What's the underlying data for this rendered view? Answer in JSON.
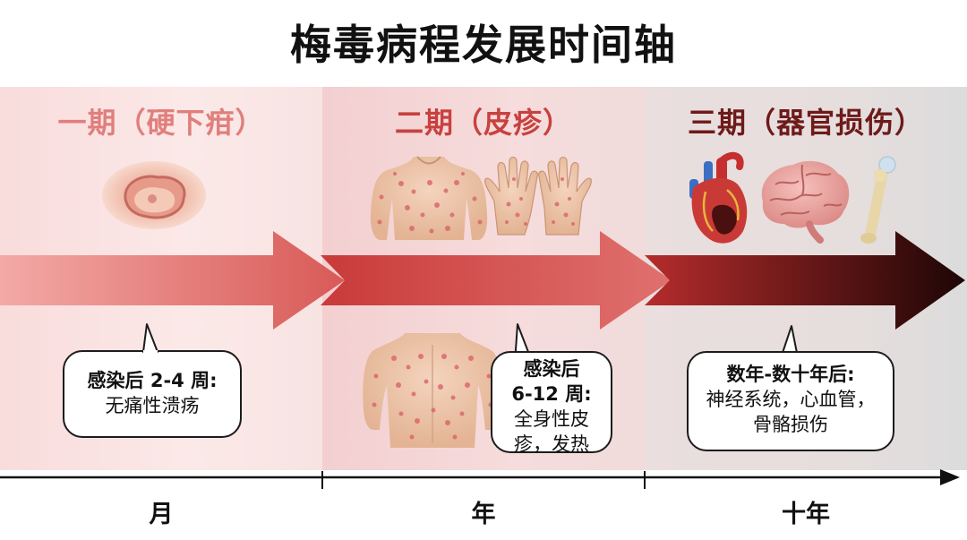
{
  "title": "梅毒病程发展时间轴",
  "stages": [
    {
      "heading": "一期（硬下疳）",
      "callout_time": "感染后 2-4 周:",
      "callout_desc": "无痛性溃疡",
      "scale": "月"
    },
    {
      "heading": "二期（皮疹）",
      "callout_time_line1": "感染后",
      "callout_time_line2": "6-12 周:",
      "callout_desc_line1": "全身性皮",
      "callout_desc_line2": "疹，发热",
      "scale": "年"
    },
    {
      "heading": "三期（器官损伤）",
      "callout_time": "数年-数十年后:",
      "callout_desc_line1": "神经系统，心血管，",
      "callout_desc_line2": "骨骼损伤",
      "scale": "十年"
    }
  ],
  "illustrations": [
    "ulcer-icon",
    "rash-torso-front-icon",
    "rash-hands-icon",
    "rash-torso-back-icon",
    "heart-icon",
    "brain-icon",
    "bone-icon"
  ],
  "colors": {
    "stage1": "#e07f7c",
    "stage2": "#c8413f",
    "stage3": "#6e1a1a",
    "arrow_end": "#2a0a0a"
  }
}
